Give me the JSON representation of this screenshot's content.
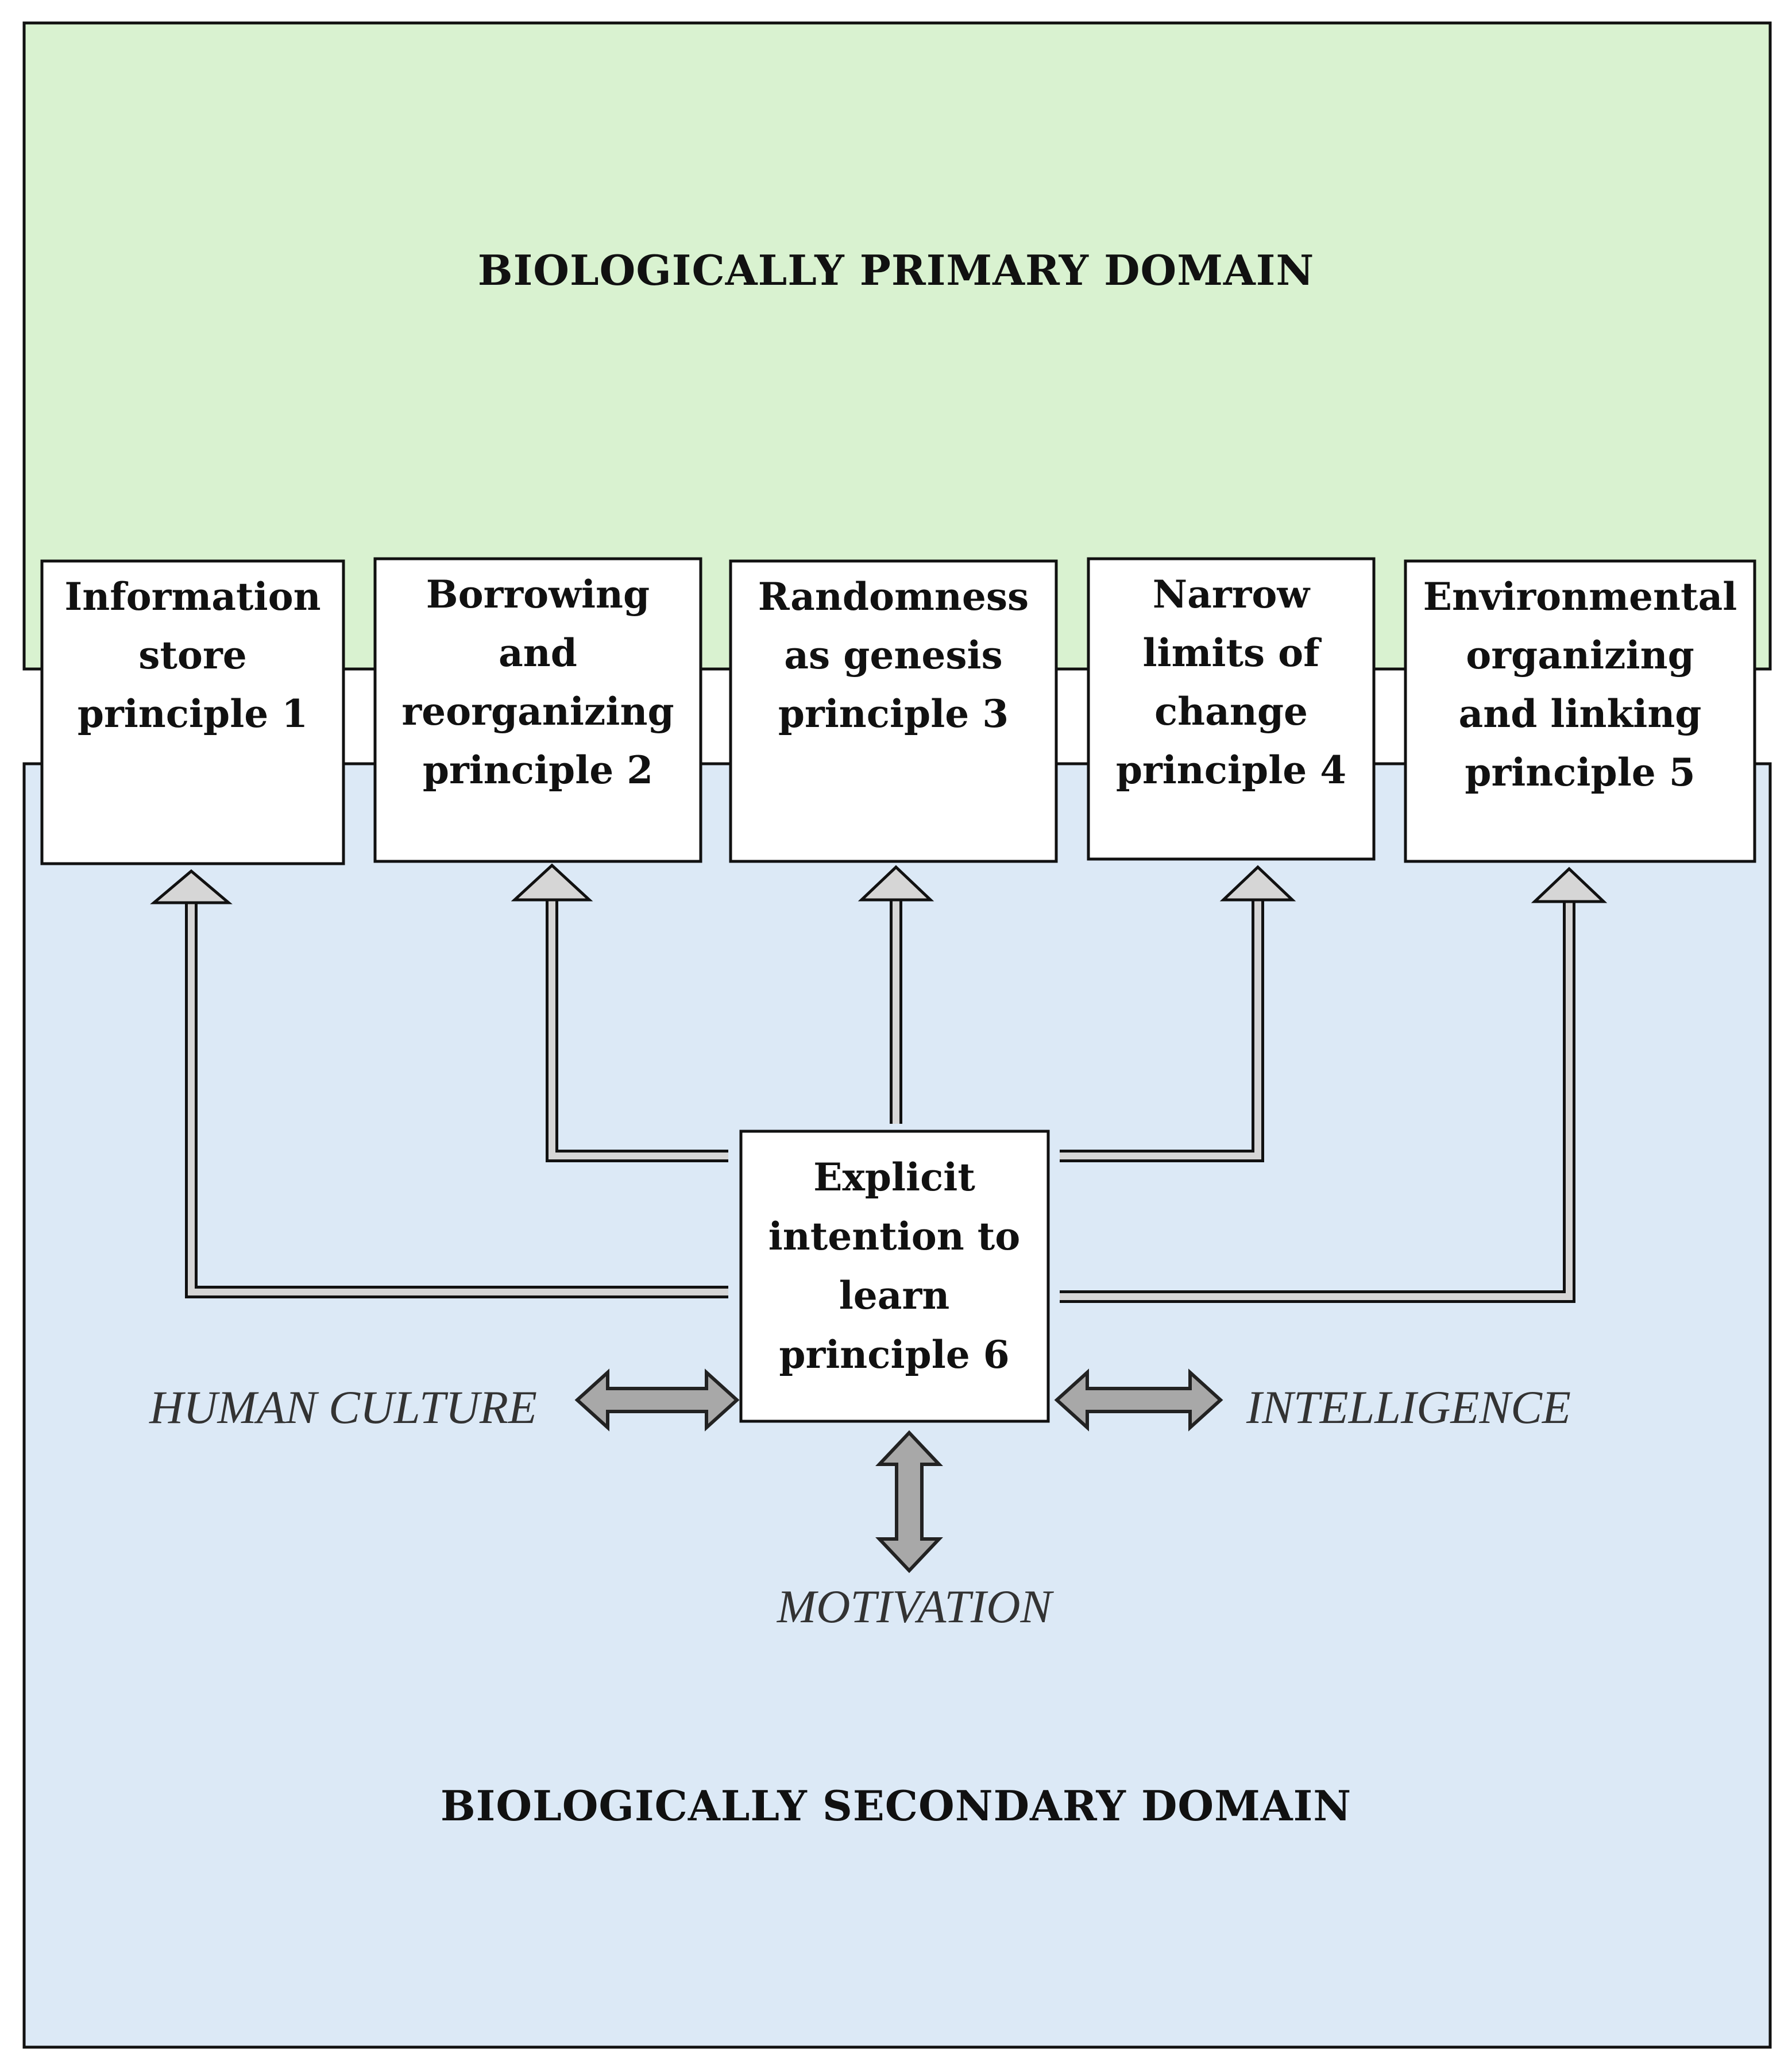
{
  "domains": {
    "primary": {
      "title": "BIOLOGICALLY PRIMARY DOMAIN",
      "color": "#d9f2d0"
    },
    "secondary": {
      "title": "BIOLOGICALLY SECONDARY DOMAIN",
      "color": "#dce9f6"
    }
  },
  "principles": [
    {
      "lines": [
        "Information",
        "store",
        "principle 1"
      ]
    },
    {
      "lines": [
        "Borrowing",
        "and",
        "reorganizing",
        "principle 2"
      ]
    },
    {
      "lines": [
        "Randomness",
        "as genesis",
        "principle 3"
      ]
    },
    {
      "lines": [
        "Narrow",
        "limits of",
        "change",
        "principle 4"
      ]
    },
    {
      "lines": [
        "Environmental",
        "organizing",
        "and linking",
        "principle 5"
      ]
    }
  ],
  "central": {
    "lines": [
      "Explicit",
      "intention to",
      "learn",
      "principle 6"
    ]
  },
  "factors": {
    "left": "HUMAN CULTURE",
    "right": "INTELLIGENCE",
    "bottom": "MOTIVATION"
  },
  "colors": {
    "box_accent": "#2f6f8f"
  }
}
